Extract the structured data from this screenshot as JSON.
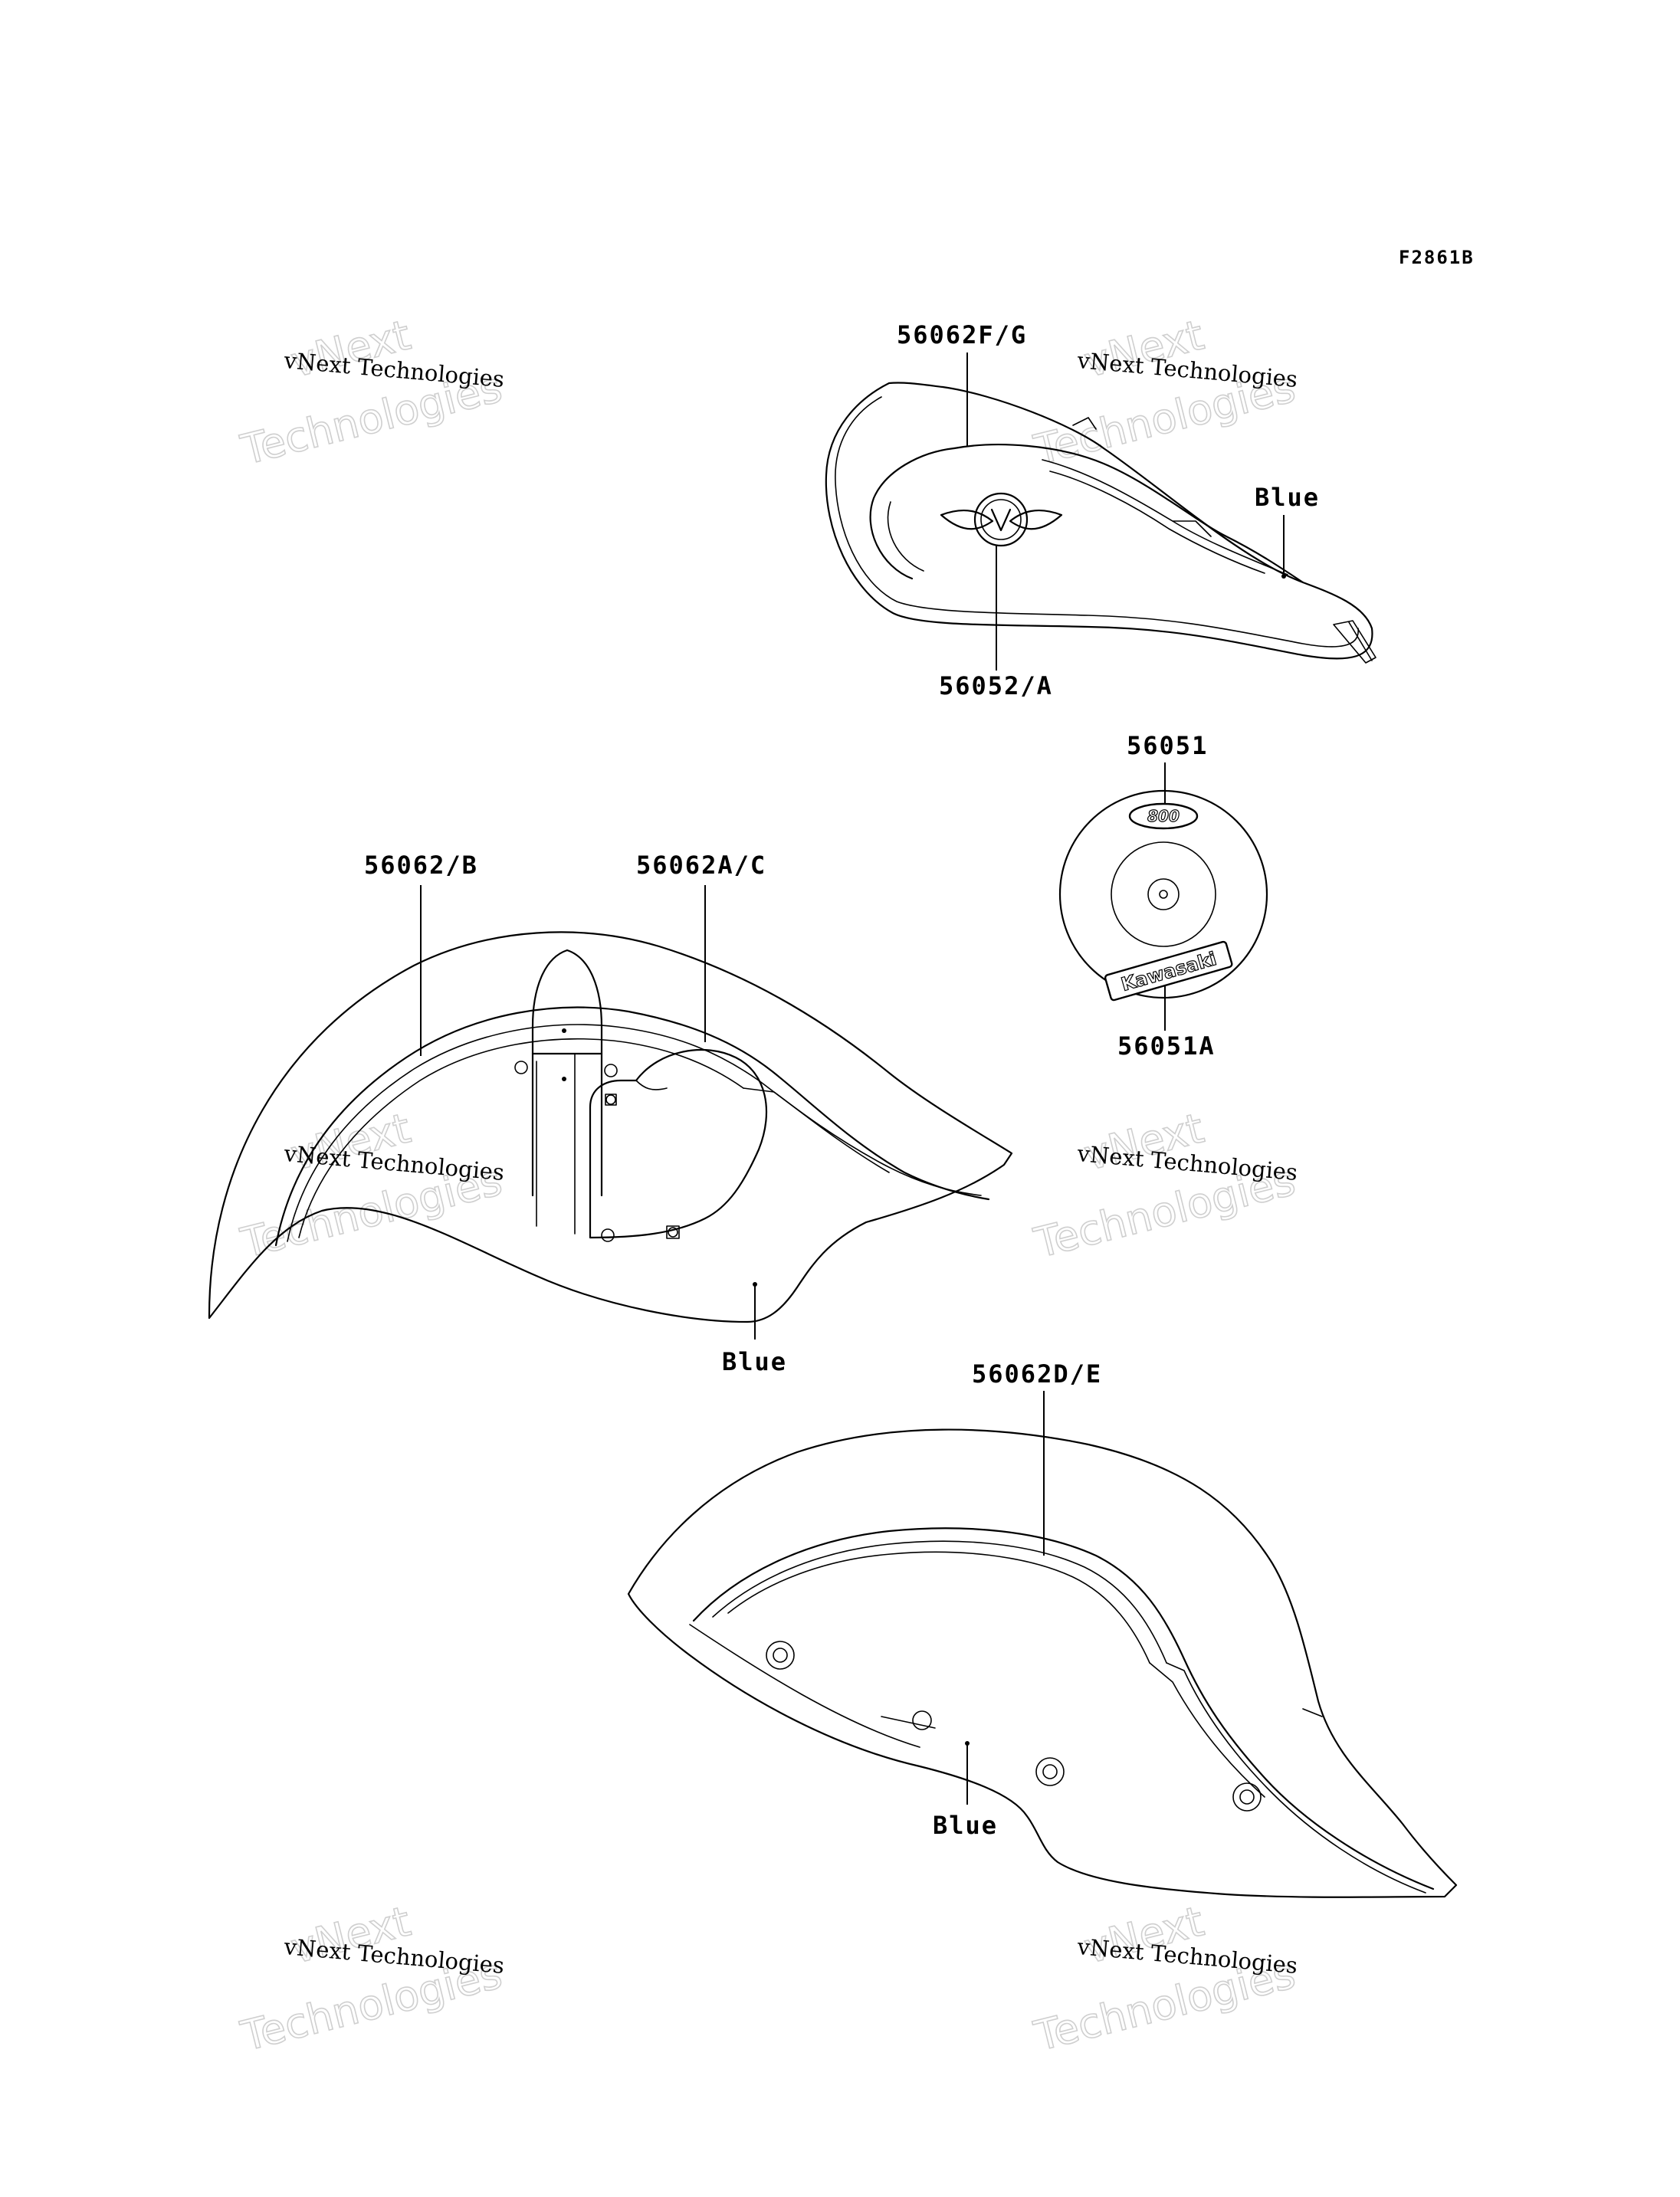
{
  "figure_id": "F2861B",
  "watermark": {
    "brand": "vNext",
    "word": "Technologies",
    "full": "vNext Technologies"
  },
  "logos": {
    "emblem_letter": "V",
    "badge_top": "800",
    "badge_bottom": "Kawasaki"
  },
  "callouts": {
    "tank_stripe": "56062F/G",
    "tank_emblem": "56052/A",
    "tank_color": "Blue",
    "badge_top": "56051",
    "badge_bottom": "56051A",
    "front_fender_left": "56062/B",
    "front_fender_right": "56062A/C",
    "front_fender_color": "Blue",
    "rear_fender_stripe": "56062D/E",
    "rear_fender_color": "Blue"
  }
}
